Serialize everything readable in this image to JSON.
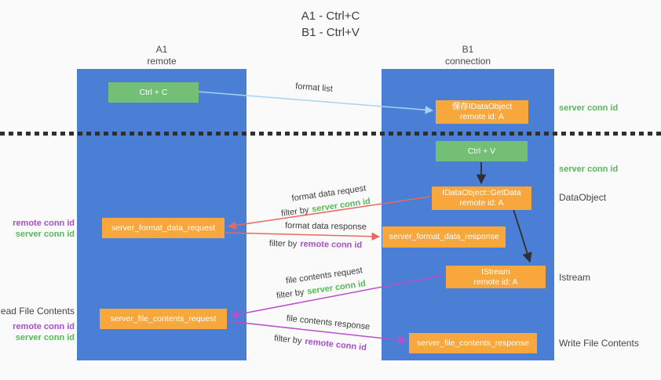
{
  "title": {
    "line1": "A1 - Ctrl+C",
    "line2": "B1 - Ctrl+V"
  },
  "columns": {
    "a": {
      "id": "A1",
      "name": "remote"
    },
    "b": {
      "id": "B1",
      "name": "connection"
    }
  },
  "nodes": {
    "ctrl_c": "Ctrl + C",
    "save_idataobject": {
      "line1": "保存IDataObject",
      "line2": "remote id: A"
    },
    "ctrl_v": "Ctrl + V",
    "getdata": {
      "line1": "IDataObject::GetData",
      "line2": "remote id: A"
    },
    "format_req": "server_format_data_request",
    "format_res": "server_format_data_response",
    "istream": {
      "line1": "IStream",
      "line2": "remote id: A"
    },
    "file_req": "server_file_contents_request",
    "file_res": "server_file_contents_response"
  },
  "arrow_labels": {
    "format_list": "format list",
    "format_data_request": "format data request",
    "format_data_response": "format data response",
    "file_contents_request": "file contents request",
    "file_contents_response": "file contents response",
    "filter_by": "filter by",
    "server_conn_id": "server conn id",
    "remote_conn_id": "remote conn id"
  },
  "side_labels": {
    "server_conn_id": "server conn id",
    "remote_conn_id": "remote conn id",
    "dataobject": "DataObject",
    "istream": "Istream",
    "read_file_contents": "Read File Contents",
    "write_file_contents": "Write File Contents"
  },
  "colors": {
    "lifeline_blue": "#4a7fd5",
    "node_green": "#72bf75",
    "node_orange": "#f8a73d",
    "conn_green_text": "#55b95a",
    "conn_purple_text": "#aa4ccd",
    "arrow_red": "#e9695f",
    "arrow_purple": "#ba4fcb",
    "arrow_light_blue": "#a6d3f3",
    "arrow_black": "#2f2f2f",
    "background": "#fafafa"
  }
}
